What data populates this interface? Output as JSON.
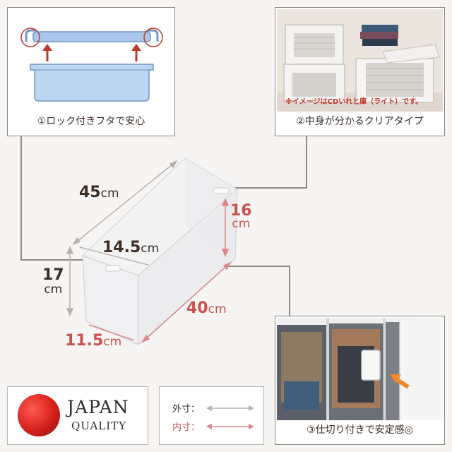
{
  "features": {
    "lock_lid": {
      "caption": "①ロック付きフタで安心"
    },
    "clear_type": {
      "caption": "②中身が分かるクリアタイプ",
      "photo_note": "※イメージはCDいれと庫（ライト）です。"
    },
    "divider": {
      "caption": "③仕切り付きで安定感◎"
    }
  },
  "dimensions": {
    "outer_length": {
      "value": "45",
      "unit": "cm"
    },
    "outer_width": {
      "value": "14.5",
      "unit": "cm"
    },
    "outer_height": {
      "value": "17",
      "unit": "cm"
    },
    "inner_length": {
      "value": "40",
      "unit": "cm"
    },
    "inner_width": {
      "value": "11.5",
      "unit": "cm"
    },
    "inner_height": {
      "value": "16",
      "unit": "cm"
    }
  },
  "legend": {
    "outer_label": "外寸：",
    "inner_label": "内寸："
  },
  "badge": {
    "line1": "JAPAN",
    "line2": "QUALITY"
  },
  "colors": {
    "outer_dim": "#3a2e26",
    "inner_dim": "#c9524f",
    "lid_blue": "#a9c8ec",
    "arrow_red": "#c0392b"
  }
}
